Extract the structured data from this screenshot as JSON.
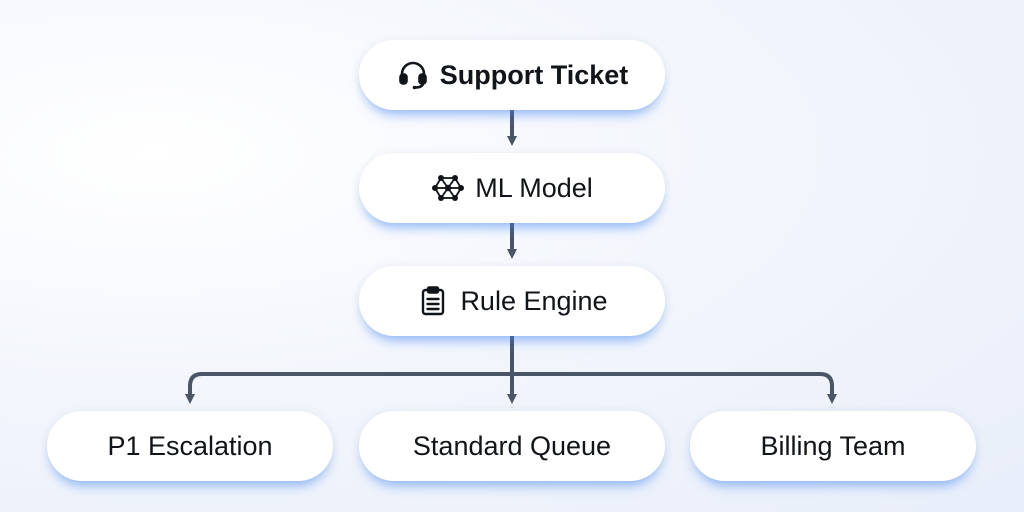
{
  "diagram": {
    "nodes": {
      "support_ticket": {
        "label": "Support Ticket",
        "icon": "headset-icon"
      },
      "ml_model": {
        "label": "ML Model",
        "icon": "neural-network-icon"
      },
      "rule_engine": {
        "label": "Rule Engine",
        "icon": "clipboard-icon"
      },
      "p1_escalation": {
        "label": "P1 Escalation"
      },
      "standard_queue": {
        "label": "Standard Queue"
      },
      "billing_team": {
        "label": "Billing Team"
      }
    },
    "edges": [
      [
        "support_ticket",
        "ml_model"
      ],
      [
        "ml_model",
        "rule_engine"
      ],
      [
        "rule_engine",
        "p1_escalation"
      ],
      [
        "rule_engine",
        "standard_queue"
      ],
      [
        "rule_engine",
        "billing_team"
      ]
    ],
    "colors": {
      "connector": "#4a5568",
      "node_fill": "#ffffff",
      "glow": "#4f8cff",
      "text": "#111418"
    }
  }
}
